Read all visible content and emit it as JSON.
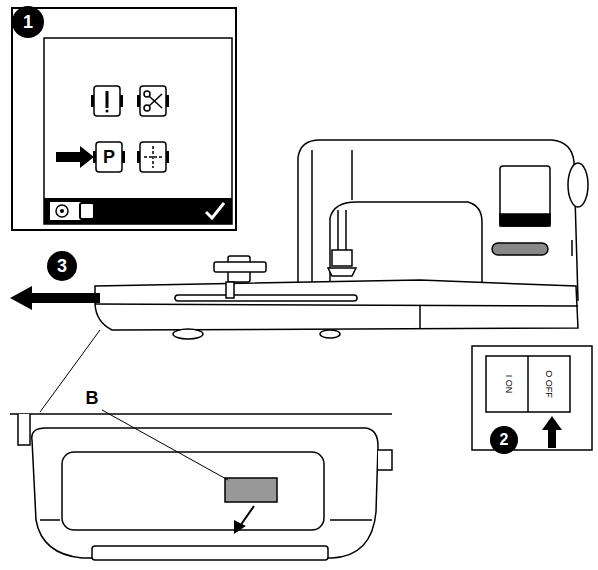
{
  "diagram": {
    "labels": [
      "1",
      "P",
      "3",
      "I ON",
      "O OFF",
      "2",
      "B"
    ]
  }
}
